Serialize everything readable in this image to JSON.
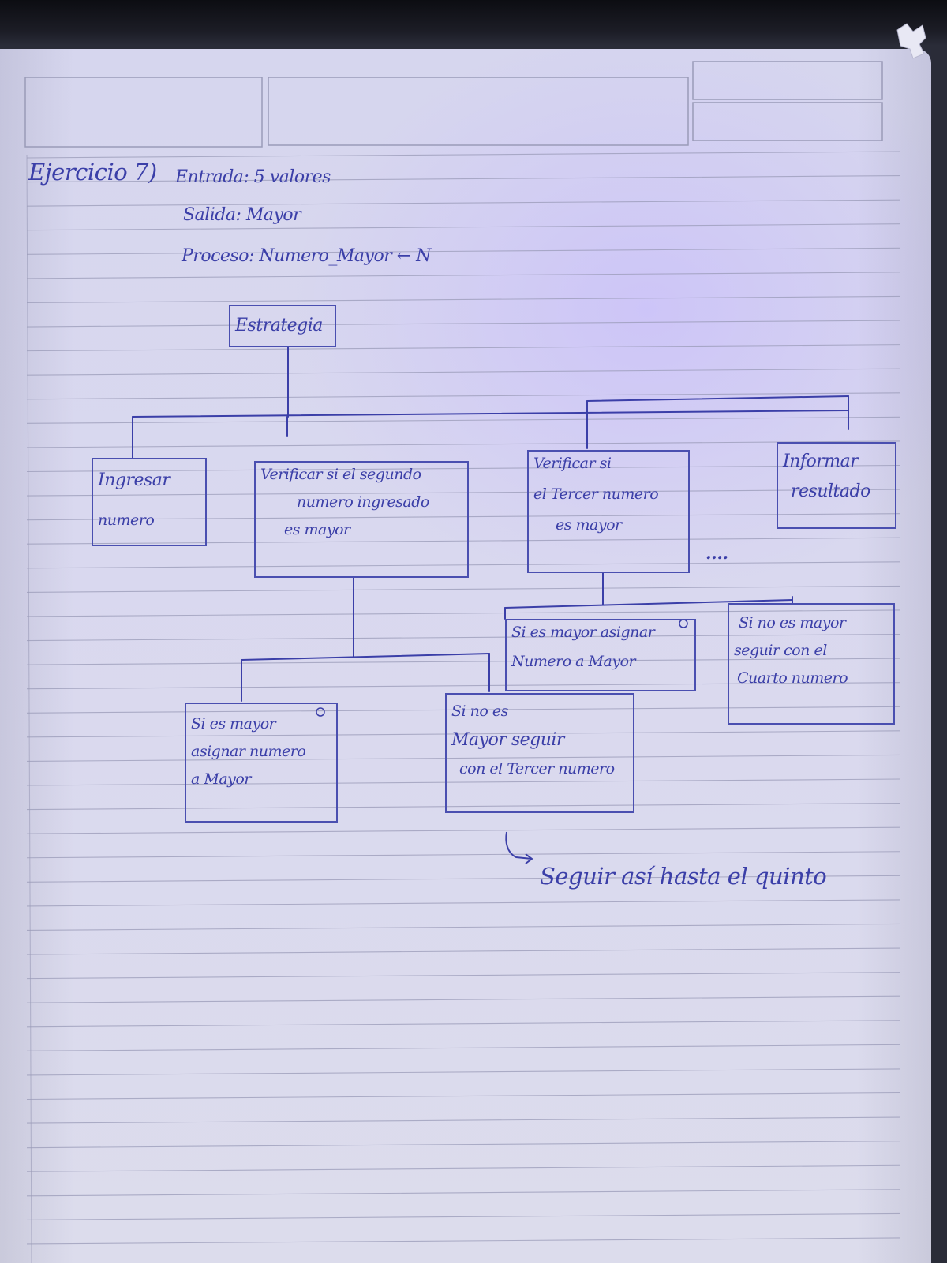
{
  "header": {
    "exercise": "Ejercicio 7)",
    "entrada": "Entrada: 5 valores",
    "salida": "Salida: Mayor",
    "proceso": "Proceso: Numero_Mayor ← N"
  },
  "diagram": {
    "root": "Estrategia",
    "ingresar": [
      "Ingresar",
      "numero"
    ],
    "verificar_segundo": [
      "Verificar si el segundo",
      "numero ingresado",
      "es mayor"
    ],
    "verificar_tercero": [
      "Verificar si",
      "el Tercer numero",
      "es mayor"
    ],
    "informar": [
      "Informar",
      "resultado"
    ],
    "ellipsis": "....",
    "si_mayor_1": [
      "Si es mayor",
      "asignar numero",
      "a Mayor"
    ],
    "no_mayor_1": [
      "Si no es",
      "Mayor seguir",
      "con el Tercer numero"
    ],
    "si_mayor_2": [
      "Si es mayor asignar",
      "Numero a Mayor"
    ],
    "no_mayor_2": [
      "Si no es mayor",
      "seguir con el",
      "Cuarto numero"
    ],
    "footer_note": "Seguir así hasta el quinto"
  },
  "colors": {
    "ink": "#3b3fa8",
    "paper": "#d8d7ee",
    "rule_lines": "#9a9bb8"
  }
}
